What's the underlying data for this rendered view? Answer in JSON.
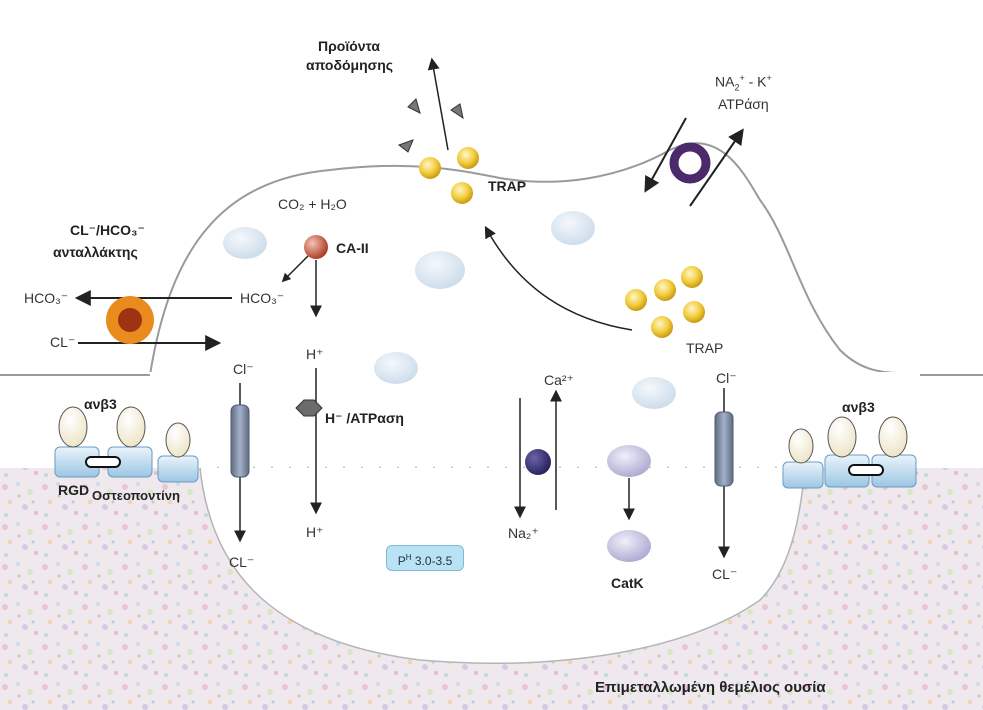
{
  "labels": {
    "products_line1": "Προϊόντα",
    "products_line2": "αποδόμησης",
    "na_k_line1_a": "NA",
    "na_k_line1_sub": "2",
    "na_k_line1_sup": "+",
    "na_k_line1_b": " - K",
    "na_k_line1_sup2": "+",
    "na_k_line2": "ATPάση",
    "trap_top": "TRAP",
    "trap_right": "TRAP",
    "co2_h2o": "CO₂ + H₂O",
    "ca2": "CA-II",
    "exchanger_line1": "CL⁻/HCO₃⁻",
    "exchanger_line2": "ανταλλάκτης",
    "hco3_left": "HCO₃⁻",
    "hco3_center": "HCO₃⁻",
    "cl_left": "CL⁻",
    "h_top": "H⁺",
    "h_bottom": "H⁺",
    "h_atpase": "H⁻ /ATPαση",
    "cl_top_left": "Cl⁻",
    "cl_bottom_left": "CL⁻",
    "ca_2plus": "Ca²⁺",
    "na2_plus": "Na₂⁺",
    "cl_top_right": "Cl⁻",
    "cl_bottom_right": "CL⁻",
    "catk": "CatK",
    "avb3_left": "ανβ3",
    "avb3_right": "ανβ3",
    "rgd": "RGD",
    "osteopontin": "Οστεοποντίνη",
    "ph_prefix": "P",
    "ph_sup": "H",
    "ph_value": " 3.0-3.5",
    "matrix": "Επιμεταλλωμένη θεμέλιος ουσία"
  },
  "colors": {
    "cell_fill": "#ffffff",
    "cell_stroke": "#9a9a9a",
    "trap_yellow": "#f2cc3c",
    "vesicle": "#d3e1ee",
    "channel": "#7a889f",
    "integrin_blue": "#b8d8ee",
    "exchanger_orange": "#e98b1d",
    "exchanger_core": "#9c3312",
    "atpase_ring": "#4a2a6b",
    "catk_lilac": "#c3c2de",
    "ca2_sphere": "#c9583d",
    "ph_badge": "#b9e2f5"
  }
}
